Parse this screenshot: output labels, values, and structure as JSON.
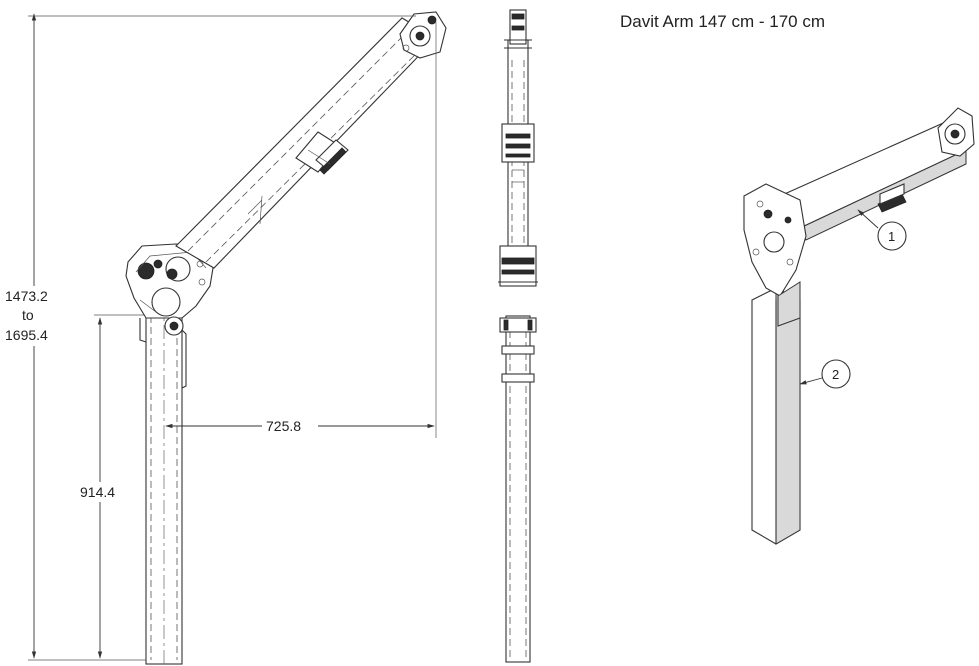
{
  "title": "Davit Arm 147 cm - 170 cm",
  "dimensions": {
    "height_min": "1473.2",
    "height_to": "to",
    "height_max": "1695.4",
    "mast_height": "914.4",
    "reach": "725.8"
  },
  "balloons": {
    "arm": "1",
    "mast": "2"
  }
}
